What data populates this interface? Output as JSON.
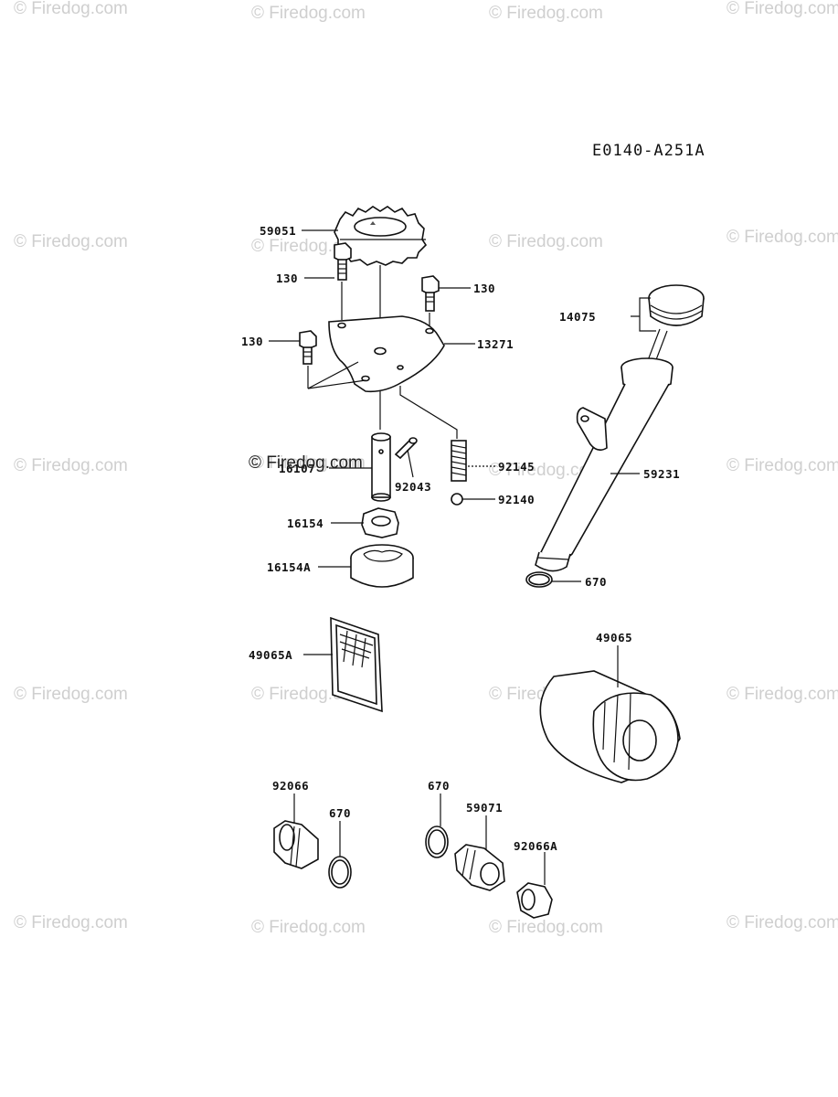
{
  "diagram_code": "E0140-A251A",
  "watermark": "© Firedog.com",
  "callouts": {
    "c59051": "59051",
    "c130a": "130",
    "c130b": "130",
    "c130c": "130",
    "c13271": "13271",
    "c14075": "14075",
    "c59231": "59231",
    "c92043": "92043",
    "c92145": "92145",
    "c92140": "92140",
    "c16154": "16154",
    "c16154a": "16154A",
    "c670a": "670",
    "c49065a": "49065A",
    "c49065": "49065",
    "c92066": "92066",
    "c670b": "670",
    "c670c": "670",
    "c59071": "59071",
    "c92066a": "92066A",
    "c16107": "16107"
  }
}
